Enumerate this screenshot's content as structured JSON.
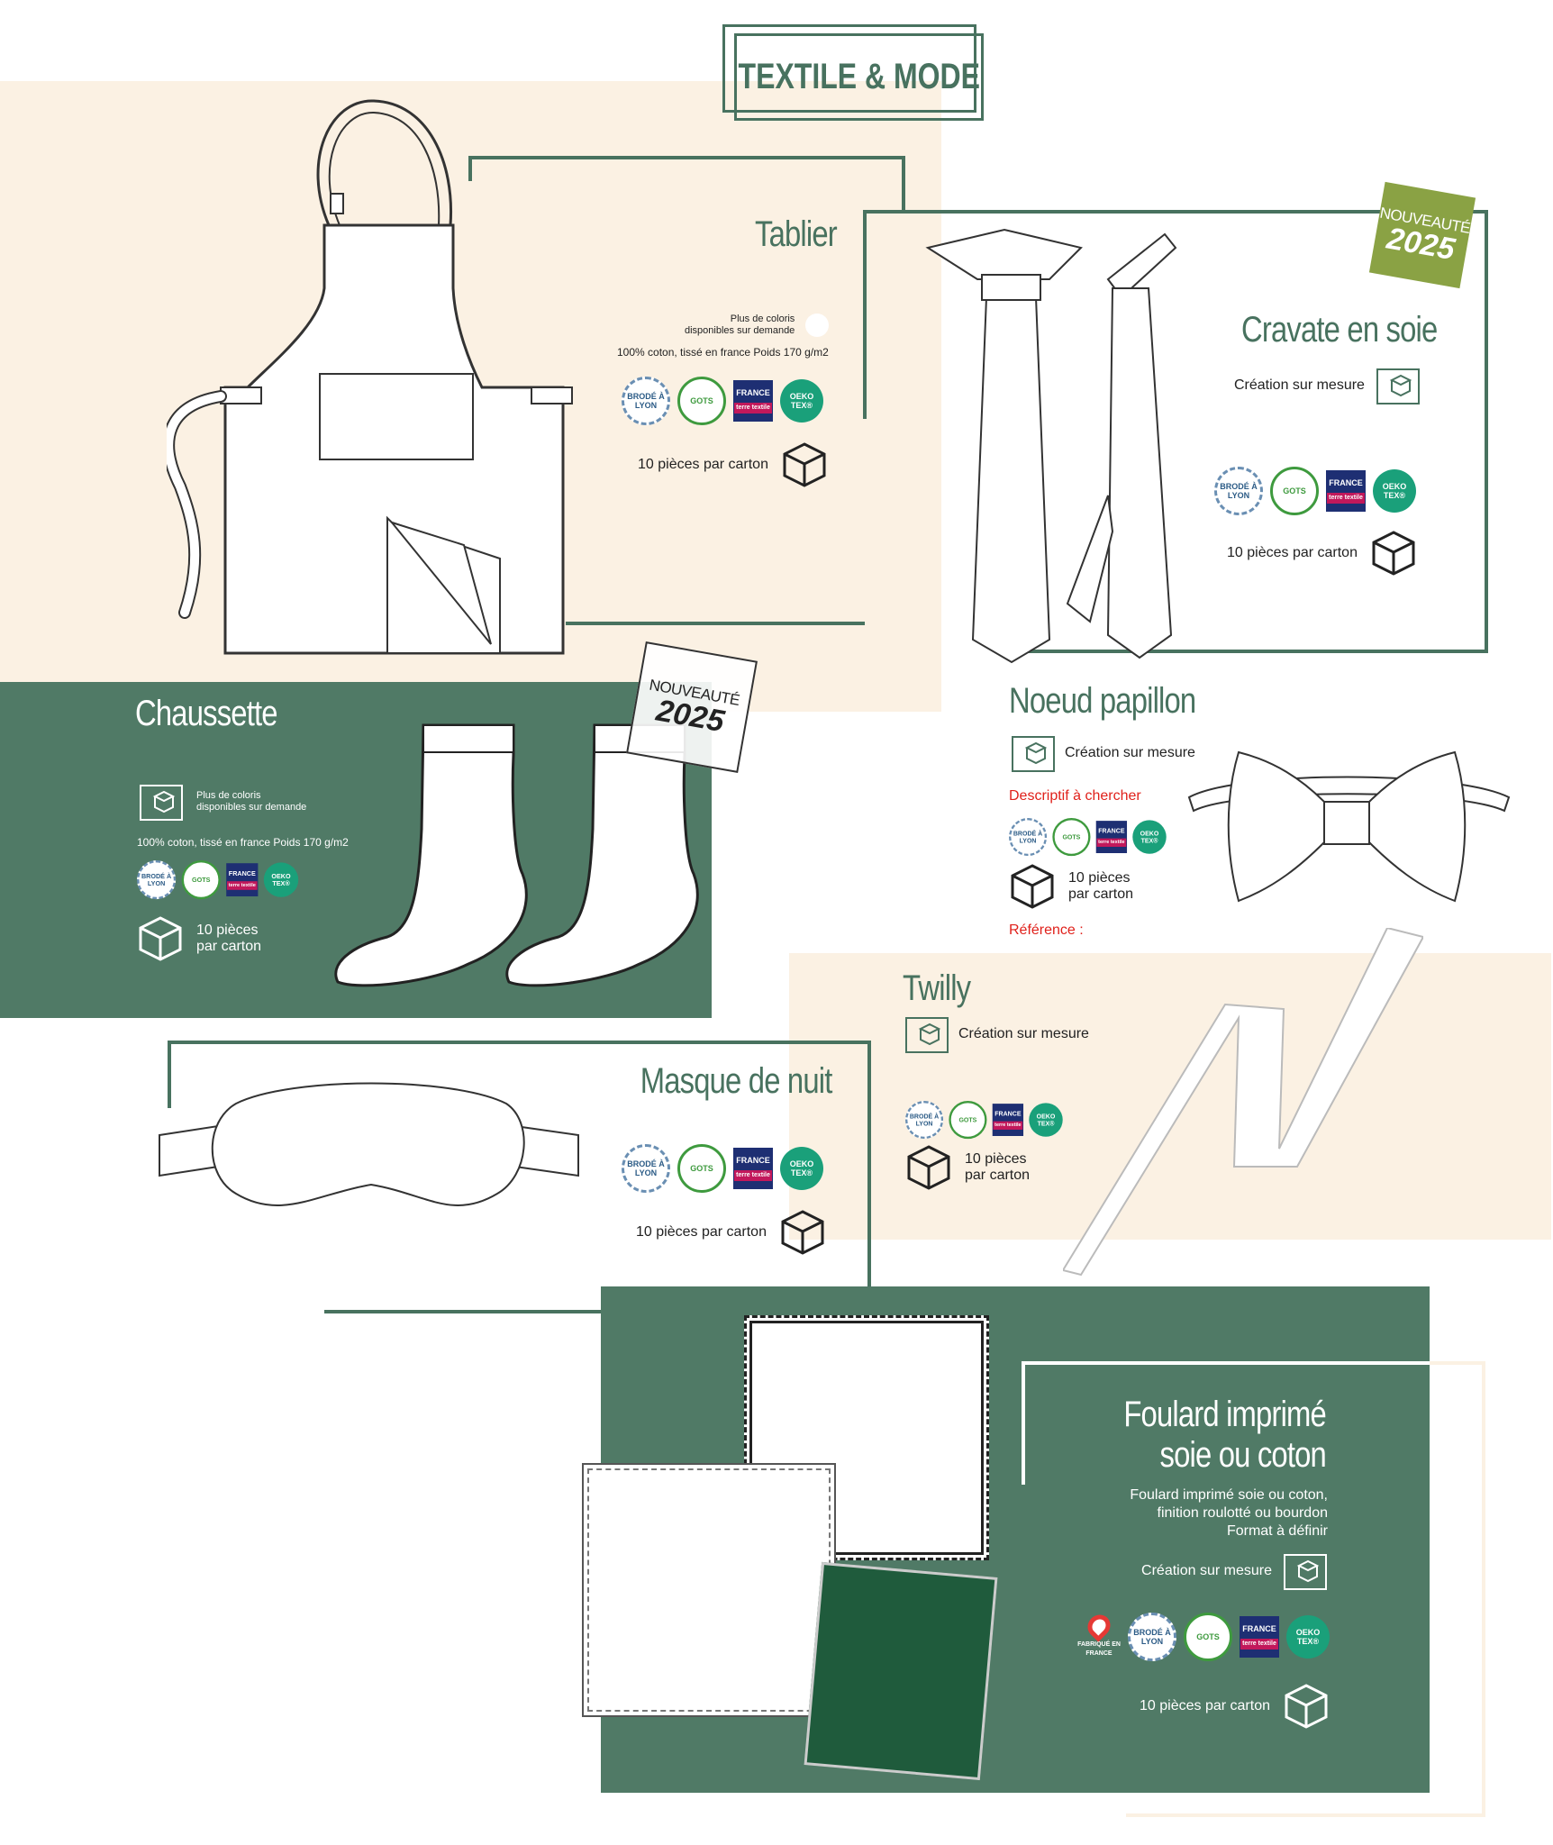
{
  "header": {
    "title": "TEXTILE & MODE"
  },
  "tablier": {
    "title": "Tablier",
    "colors_note": "Plus de coloris\ndisponibles sur demande",
    "material": "100% coton, tissé en france Poids 170 g/m2",
    "pack": "10 pièces par carton"
  },
  "cravate": {
    "badge_line1": "NOUVEAUTÉ",
    "badge_line2": "2025",
    "title": "Cravate en soie",
    "custom": "Création sur mesure",
    "pack": "10 pièces par carton"
  },
  "chaussette": {
    "badge_line1": "NOUVEAUTÉ",
    "badge_line2": "2025",
    "title": "Chaussette",
    "colors_note": "Plus de coloris\ndisponibles sur demande",
    "material": "100% coton, tissé en france Poids 170 g/m2",
    "pack_line1": "10 pièces",
    "pack_line2": "par carton"
  },
  "noeud": {
    "title": "Noeud papillon",
    "custom": "Création sur mesure",
    "descriptif": "Descriptif à chercher",
    "pack_line1": "10 pièces",
    "pack_line2": "par carton",
    "reference": "Référence :"
  },
  "twilly": {
    "title": "Twilly",
    "custom": "Création sur mesure",
    "pack_line1": "10 pièces",
    "pack_line2": "par carton"
  },
  "masque": {
    "title": "Masque de nuit",
    "pack": "10 pièces par carton"
  },
  "foulard": {
    "title_line1": "Foulard imprimé",
    "title_line2": "soie ou coton",
    "desc_line1": "Foulard imprimé soie ou coton,",
    "desc_line2": "finition roulotté ou bourdon",
    "desc_line3": "Format à définir",
    "custom": "Création sur mesure",
    "pack": "10 pièces par carton"
  },
  "logos": {
    "lyon": "BRODÉ À LYON",
    "gots": "GOTS",
    "france_top": "FRANCE",
    "france_bottom": "terre textile",
    "oeko": "OEKO TEX®",
    "fabrique": "FABRIQUÉ EN FRANCE"
  },
  "colors": {
    "green": "#507a66",
    "cream": "#fbf1e3",
    "title_green": "#48725f",
    "badge_green": "#8aa244",
    "red": "#e0211b"
  }
}
